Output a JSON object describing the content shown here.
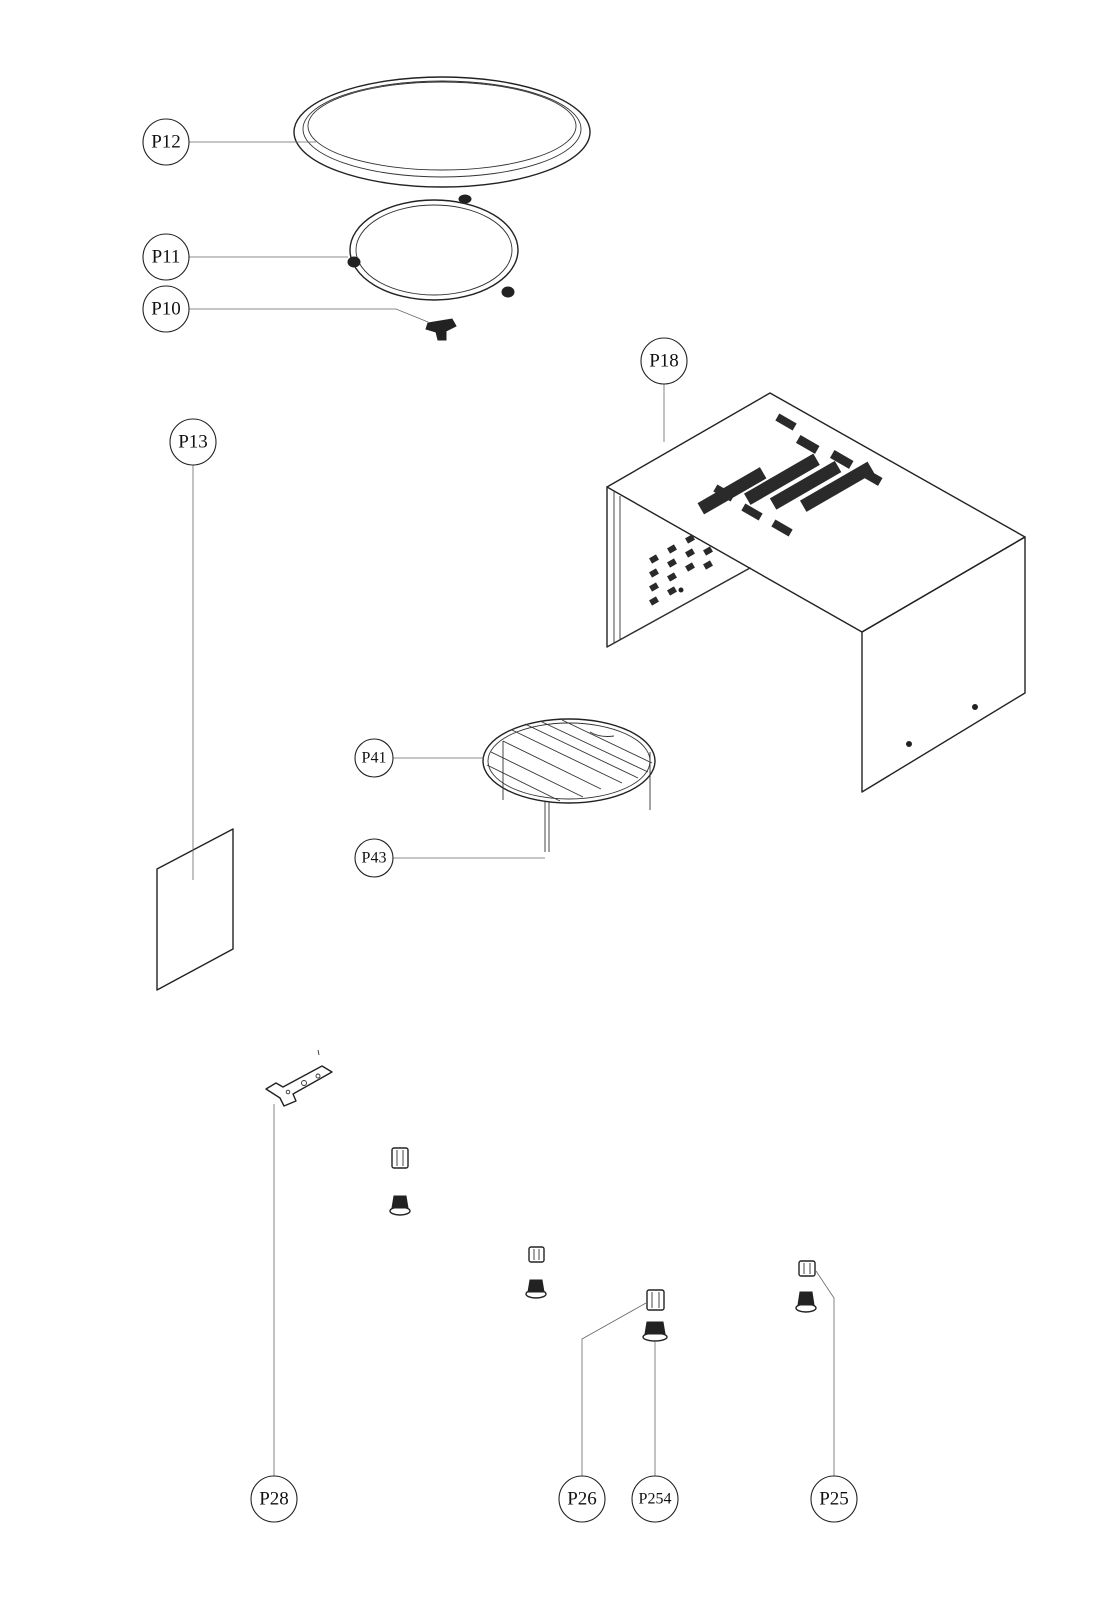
{
  "callouts": {
    "p12": "P12",
    "p11": "P11",
    "p10": "P10",
    "p18": "P18",
    "p13": "P13",
    "p41": "P41",
    "p43": "P43",
    "p28": "P28",
    "p26": "P26",
    "p254": "P254",
    "p25": "P25"
  }
}
